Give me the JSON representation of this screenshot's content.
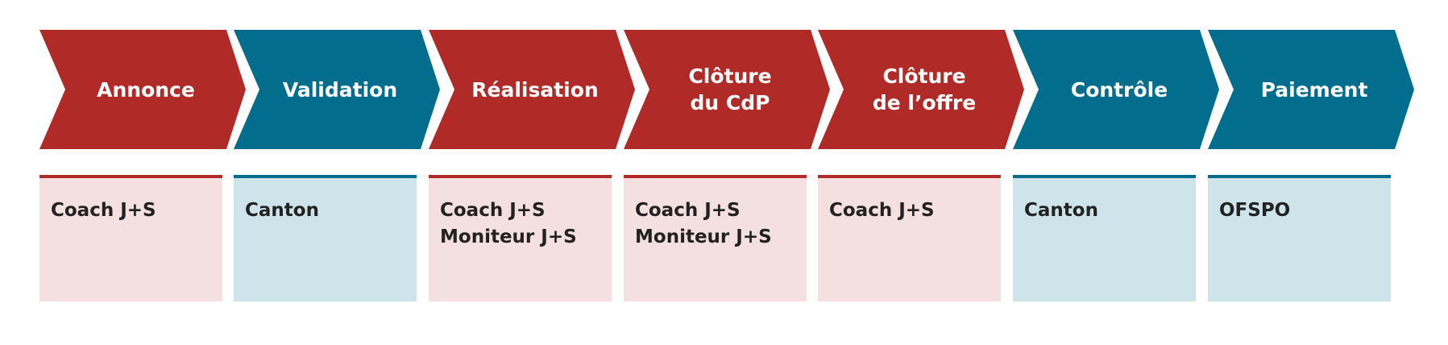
{
  "colors": {
    "red": "#b02a27",
    "blue": "#036d8e",
    "red_light": "#f4e0e0",
    "blue_light": "#cde4ea",
    "text_dark": "#222222"
  },
  "steps": [
    {
      "label": "Annonce",
      "color": "red",
      "roles": [
        "Coach J+S"
      ]
    },
    {
      "label": "Validation",
      "color": "blue",
      "roles": [
        "Canton"
      ]
    },
    {
      "label": "Réalisation",
      "color": "red",
      "roles": [
        "Coach J+S",
        "Moniteur J+S"
      ]
    },
    {
      "label": "Clôture\ndu CdP",
      "color": "red",
      "roles": [
        "Coach J+S",
        "Moniteur J+S"
      ]
    },
    {
      "label": "Clôture\nde l’offre",
      "color": "red",
      "roles": [
        "Coach J+S"
      ]
    },
    {
      "label": "Contrôle",
      "color": "blue",
      "roles": [
        "Canton"
      ]
    },
    {
      "label": "Paiement",
      "color": "blue",
      "roles": [
        "OFSPO"
      ]
    }
  ]
}
